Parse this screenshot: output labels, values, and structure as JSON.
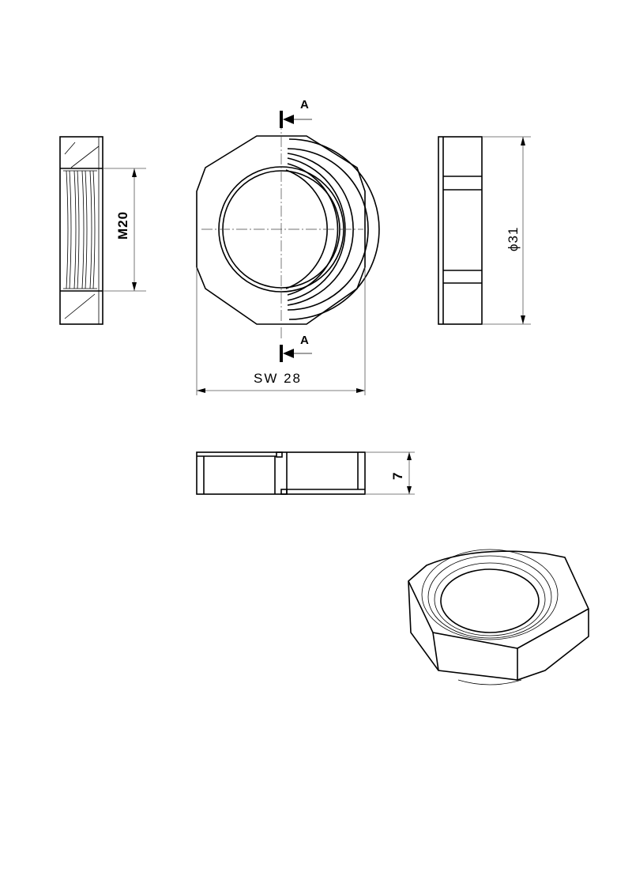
{
  "drawing": {
    "subject": "Hex lock nut technical drawing",
    "views": {
      "side_left": {
        "thread_label": "M20"
      },
      "front": {
        "section_label_top": "A",
        "section_label_bottom": "A",
        "across_flats_label": "SW 28"
      },
      "side_right": {
        "diameter_label": "ϕ31"
      },
      "bottom": {
        "thickness_label": "7"
      },
      "isometric": {
        "label": ""
      }
    },
    "colors": {
      "line": "#000000",
      "dimension": "#555555",
      "background": "#ffffff"
    }
  }
}
